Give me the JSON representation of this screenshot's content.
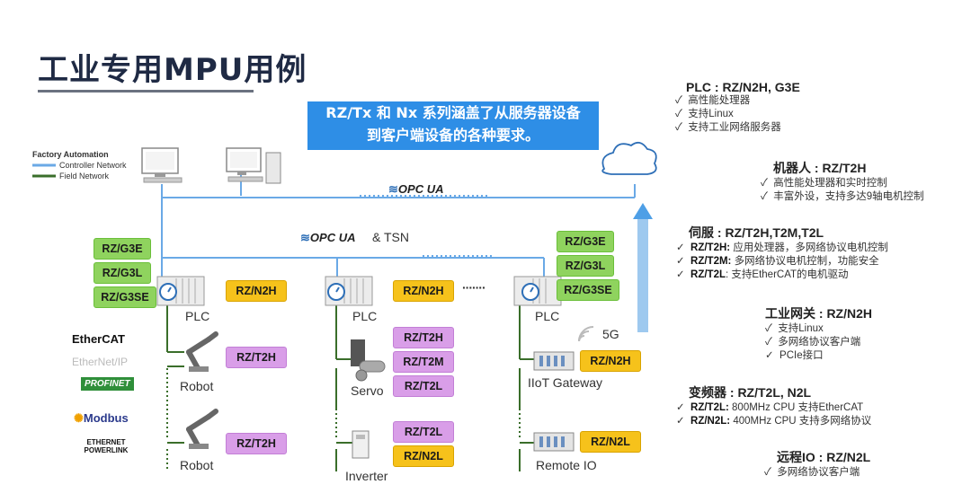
{
  "title": "工业专用MPU用例",
  "banner": {
    "line1": "RZ/Tx 和 Nx 系列涵盖了从服务器设备",
    "line2": "到客户端设备的各种要求。"
  },
  "legend": {
    "title": "Factory Automation",
    "controller": "Controller Network",
    "field": "Field Network"
  },
  "opcua_top": "OPC UA",
  "opcua_mid": "OPC UA",
  "tsn": "& TSN",
  "colors": {
    "controller_line": "#6aa9e6",
    "field_line": "#3a6e2a",
    "banner": "#2e8ee6",
    "green_chip": "#8fd35e",
    "purple_chip": "#d99ee8",
    "yellow_chip": "#f6c21b"
  },
  "left_chips": [
    "RZ/G3E",
    "RZ/G3L",
    "RZ/G3SE"
  ],
  "right_chips": [
    "RZ/G3E",
    "RZ/G3L",
    "RZ/G3SE"
  ],
  "plc": {
    "label": "PLC",
    "chip": "RZ/N2H"
  },
  "dots": "·······",
  "fiveg": "5G",
  "nodes": {
    "robot1": {
      "label": "Robot",
      "chip": "RZ/T2H"
    },
    "robot2": {
      "label": "Robot",
      "chip": "RZ/T2H"
    },
    "servo": {
      "label": "Servo",
      "chips": [
        "RZ/T2H",
        "RZ/T2M",
        "RZ/T2L"
      ]
    },
    "inverter": {
      "label": "Inverter",
      "chips": [
        "RZ/T2L",
        "RZ/N2L"
      ]
    },
    "iiot": {
      "label": "IIoT Gateway",
      "chip": "RZ/N2H"
    },
    "remoteio": {
      "label": "Remote IO",
      "chip": "RZ/N2L"
    }
  },
  "protocols": [
    "EtherCAT",
    "EtherNet/IP",
    "PROFINET",
    "Modbus",
    "ETHERNET POWERLINK"
  ],
  "right_panel": {
    "plc": {
      "heading": "PLC : RZ/N2H, G3E",
      "items": [
        "高性能处理器",
        "支持Linux",
        "支持工业网络服务器"
      ]
    },
    "robot": {
      "heading": "机器人 : RZ/T2H",
      "items": [
        "高性能处理器和实时控制",
        "丰富外设，支持多达9轴电机控制"
      ]
    },
    "servo": {
      "heading": "伺服 : RZ/T2H,T2M,T2L",
      "items": [
        {
          "b": "RZ/T2H:",
          "t": " 应用处理器，多网络协议电机控制"
        },
        {
          "b": "RZ/T2M:",
          "t": " 多网络协议电机控制，功能安全"
        },
        {
          "b": "RZ/T2L",
          "t": ": 支持EtherCAT的电机驱动"
        }
      ]
    },
    "gateway": {
      "heading": "工业网关 : RZ/N2H",
      "items": [
        "支持Linux",
        "多网络协议客户端",
        "PCIe接口"
      ]
    },
    "inverter": {
      "heading": "变频器 : RZ/T2L, N2L",
      "items": [
        {
          "b": "RZ/T2L:",
          "t": " 800MHz CPU 支持EtherCAT"
        },
        {
          "b": "RZ/N2L:",
          "t": " 400MHz CPU 支持多网络协议"
        }
      ]
    },
    "remoteio": {
      "heading": "远程IO : RZ/N2L",
      "items": [
        "多网络协议客户端"
      ]
    }
  }
}
